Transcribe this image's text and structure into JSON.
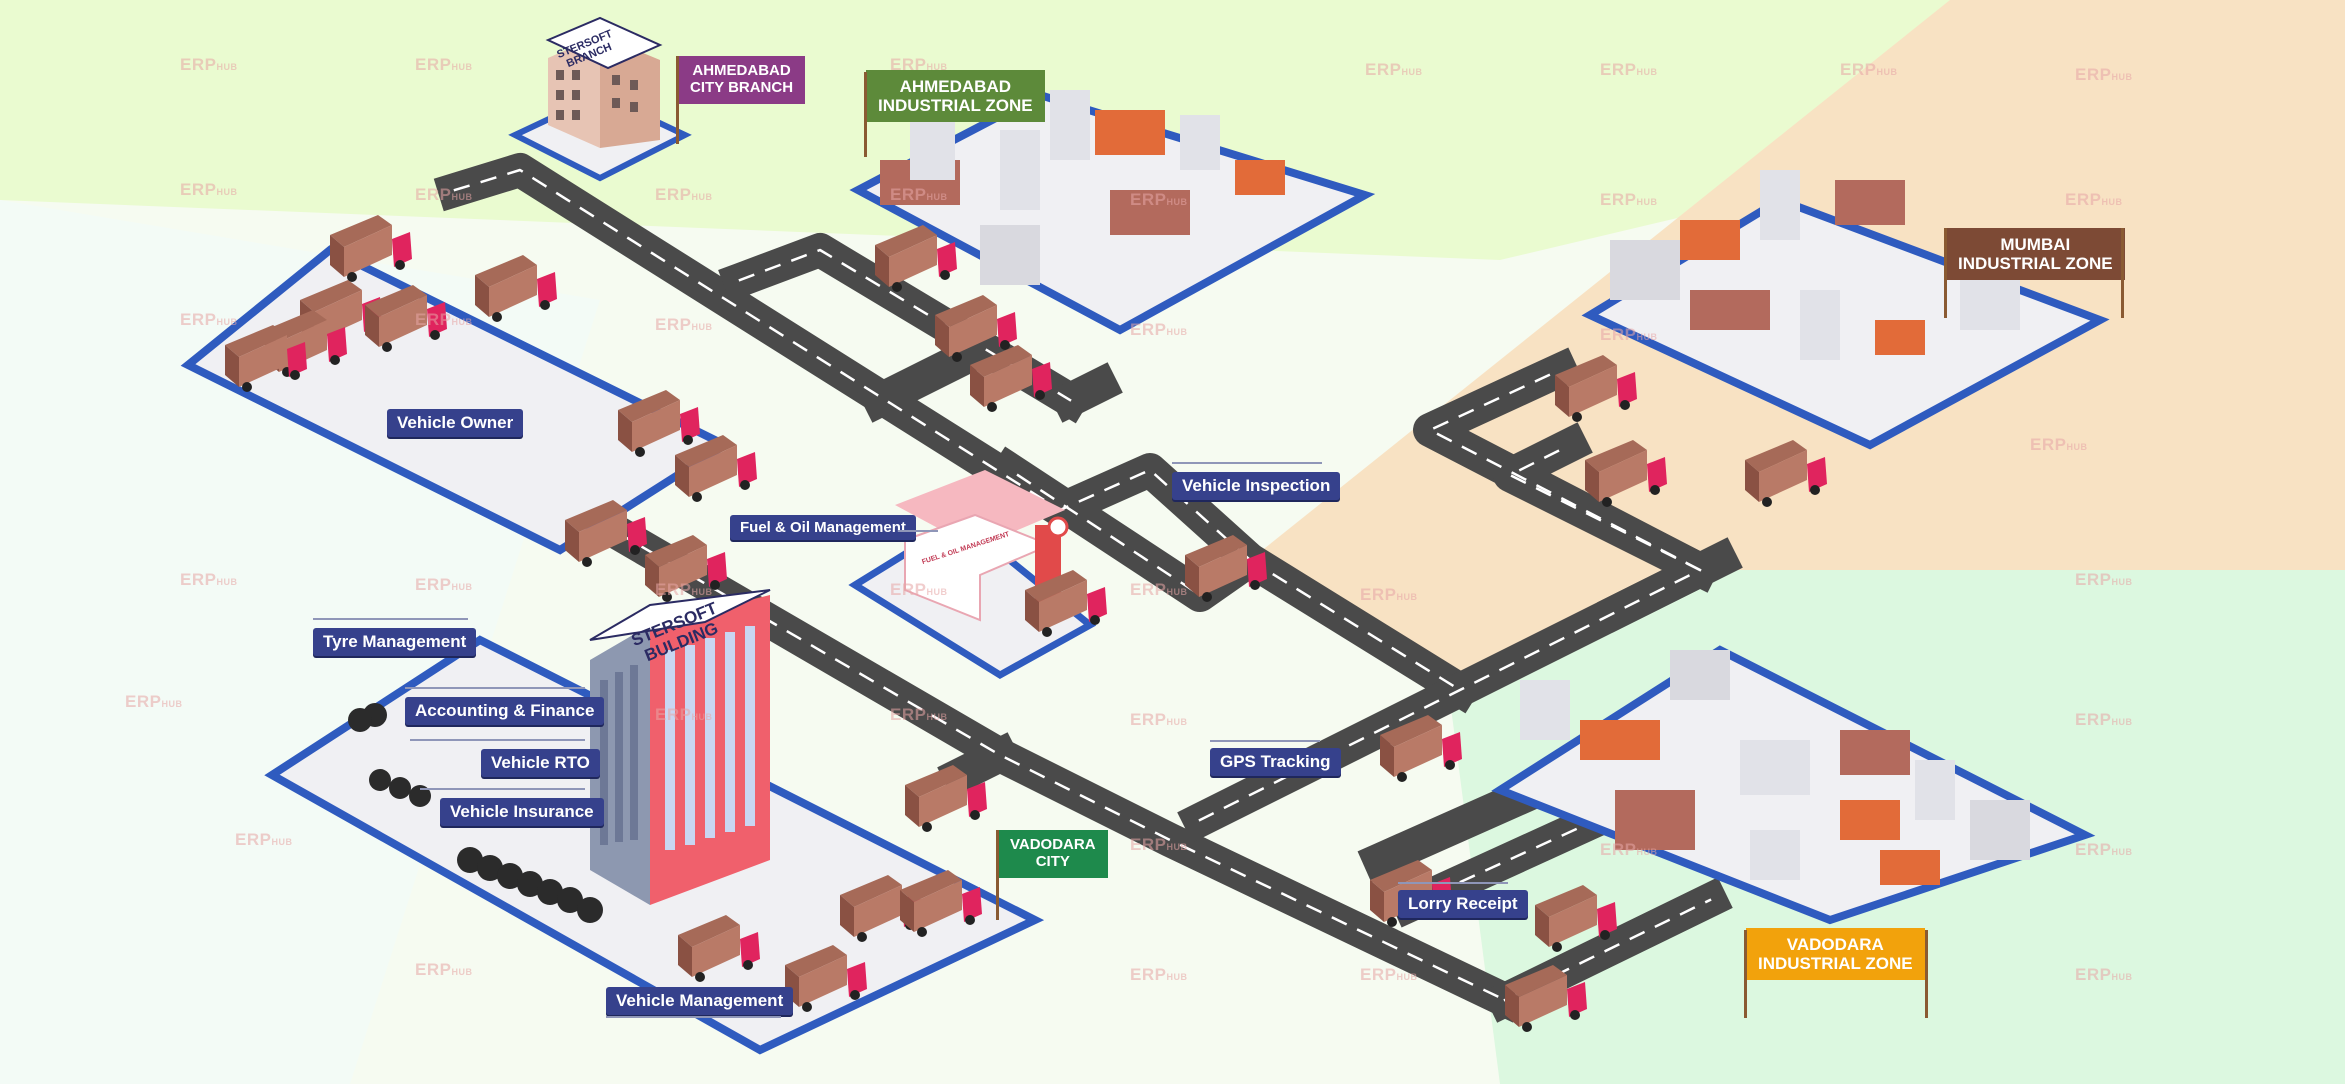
{
  "watermark_text": "ERP",
  "watermark_suffix": "HUB",
  "signs": {
    "ahmedabad_city_branch": [
      "AHMEDABAD",
      "CITY BRANCH"
    ],
    "ahmedabad_industrial_zone": [
      "AHMEDABAD",
      "INDUSTRIAL ZONE"
    ],
    "mumbai_industrial_zone": [
      "MUMBAI",
      "INDUSTRIAL ZONE"
    ],
    "vadodara_city": [
      "VADODARA",
      "CITY"
    ],
    "vadodara_industrial_zone": [
      "VADODARA",
      "INDUSTRIAL ZONE"
    ]
  },
  "buildings": {
    "branch_sign": [
      "STERSOFT",
      "BRANCH"
    ],
    "hq_sign": [
      "STERSOFT",
      "BULDING"
    ],
    "fuel_station_sign": "FUEL & OIL MANAGEMENT"
  },
  "labels": {
    "vehicle_owner": "Vehicle Owner",
    "fuel_oil_management": "Fuel & Oil Management",
    "vehicle_inspection": "Vehicle Inspection",
    "tyre_management": "Tyre Management",
    "accounting_finance": "Accounting & Finance",
    "vehicle_rto": "Vehicle RTO",
    "vehicle_insurance": "Vehicle Insurance",
    "vehicle_management": "Vehicle Management",
    "gps_tracking": "GPS Tracking",
    "lorry_receipt": "Lorry Receipt"
  },
  "colors": {
    "bg_green_top": "#eafbd0",
    "bg_peach": "#f8e2c3",
    "bg_mint": "#dcf8e0",
    "road": "#4a4a4a",
    "platform": "#f1f1f3",
    "platform_edge": "#2f5bbf",
    "tag_bg": "#36418c",
    "sign_ahmedabad_branch": "#8b3b86",
    "sign_ahmedabad_zone": "#5d8a3a",
    "sign_mumbai_zone": "#7d4a35",
    "sign_vadodara_city": "#1e8a4c",
    "sign_vadodara_zone": "#f2a20c",
    "truck_cargo": "#a66a58",
    "truck_cab": "#e0245e"
  }
}
